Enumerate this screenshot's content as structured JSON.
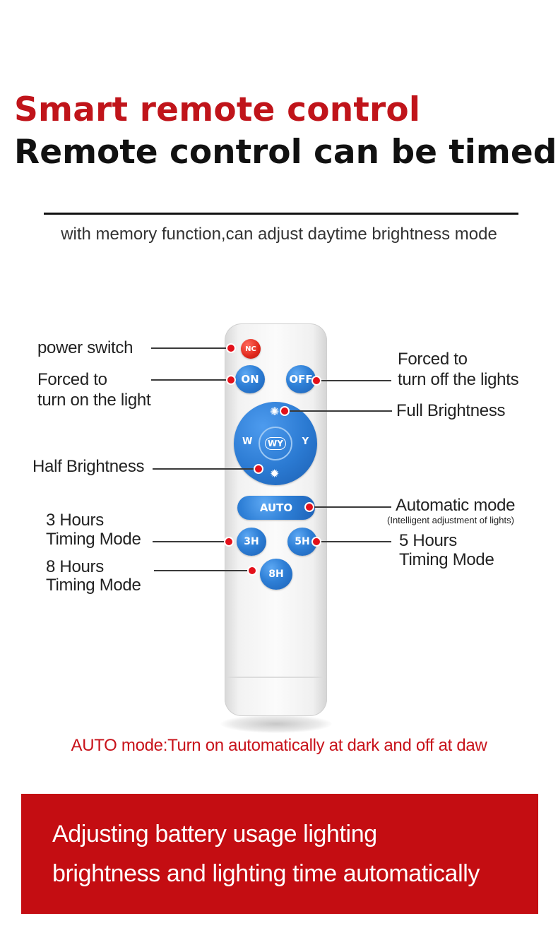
{
  "header": {
    "title": "Smart remote control",
    "subtitle_heading": "Remote control can be timed",
    "description": "with memory function,can adjust daytime brightness mode"
  },
  "remote": {
    "buttons": {
      "nc": "NC",
      "on": "ON",
      "off": "OFF",
      "w": "W",
      "wy": "WY",
      "y": "Y",
      "auto": "AUTO",
      "h3": "3H",
      "h5": "5H",
      "h8": "8H"
    }
  },
  "labels": {
    "power_switch": "power switch",
    "forced_on_1": "Forced to",
    "forced_on_2": "turn on the light",
    "forced_off_1": "Forced to",
    "forced_off_2": "turn off the lights",
    "full_brightness": "Full Brightness",
    "half_brightness": "Half Brightness",
    "automatic_mode": "Automatic mode",
    "automatic_mode_note": "(Intelligent adjustment of lights)",
    "h3_1": "3 Hours",
    "h3_2": "Timing Mode",
    "h5_1": "5 Hours",
    "h5_2": "Timing Mode",
    "h8_1": "8 Hours",
    "h8_2": "Timing Mode"
  },
  "auto_note": "AUTO mode:Turn on automatically at dark and off at daw",
  "banner": {
    "line1": "Adjusting battery usage lighting",
    "line2": "brightness and lighting time automatically"
  },
  "colors": {
    "accent_red": "#c40d12",
    "button_blue": "#2b7ad2",
    "marker_red": "#e3101a"
  },
  "icons": {
    "brightness": "sun-icon"
  }
}
